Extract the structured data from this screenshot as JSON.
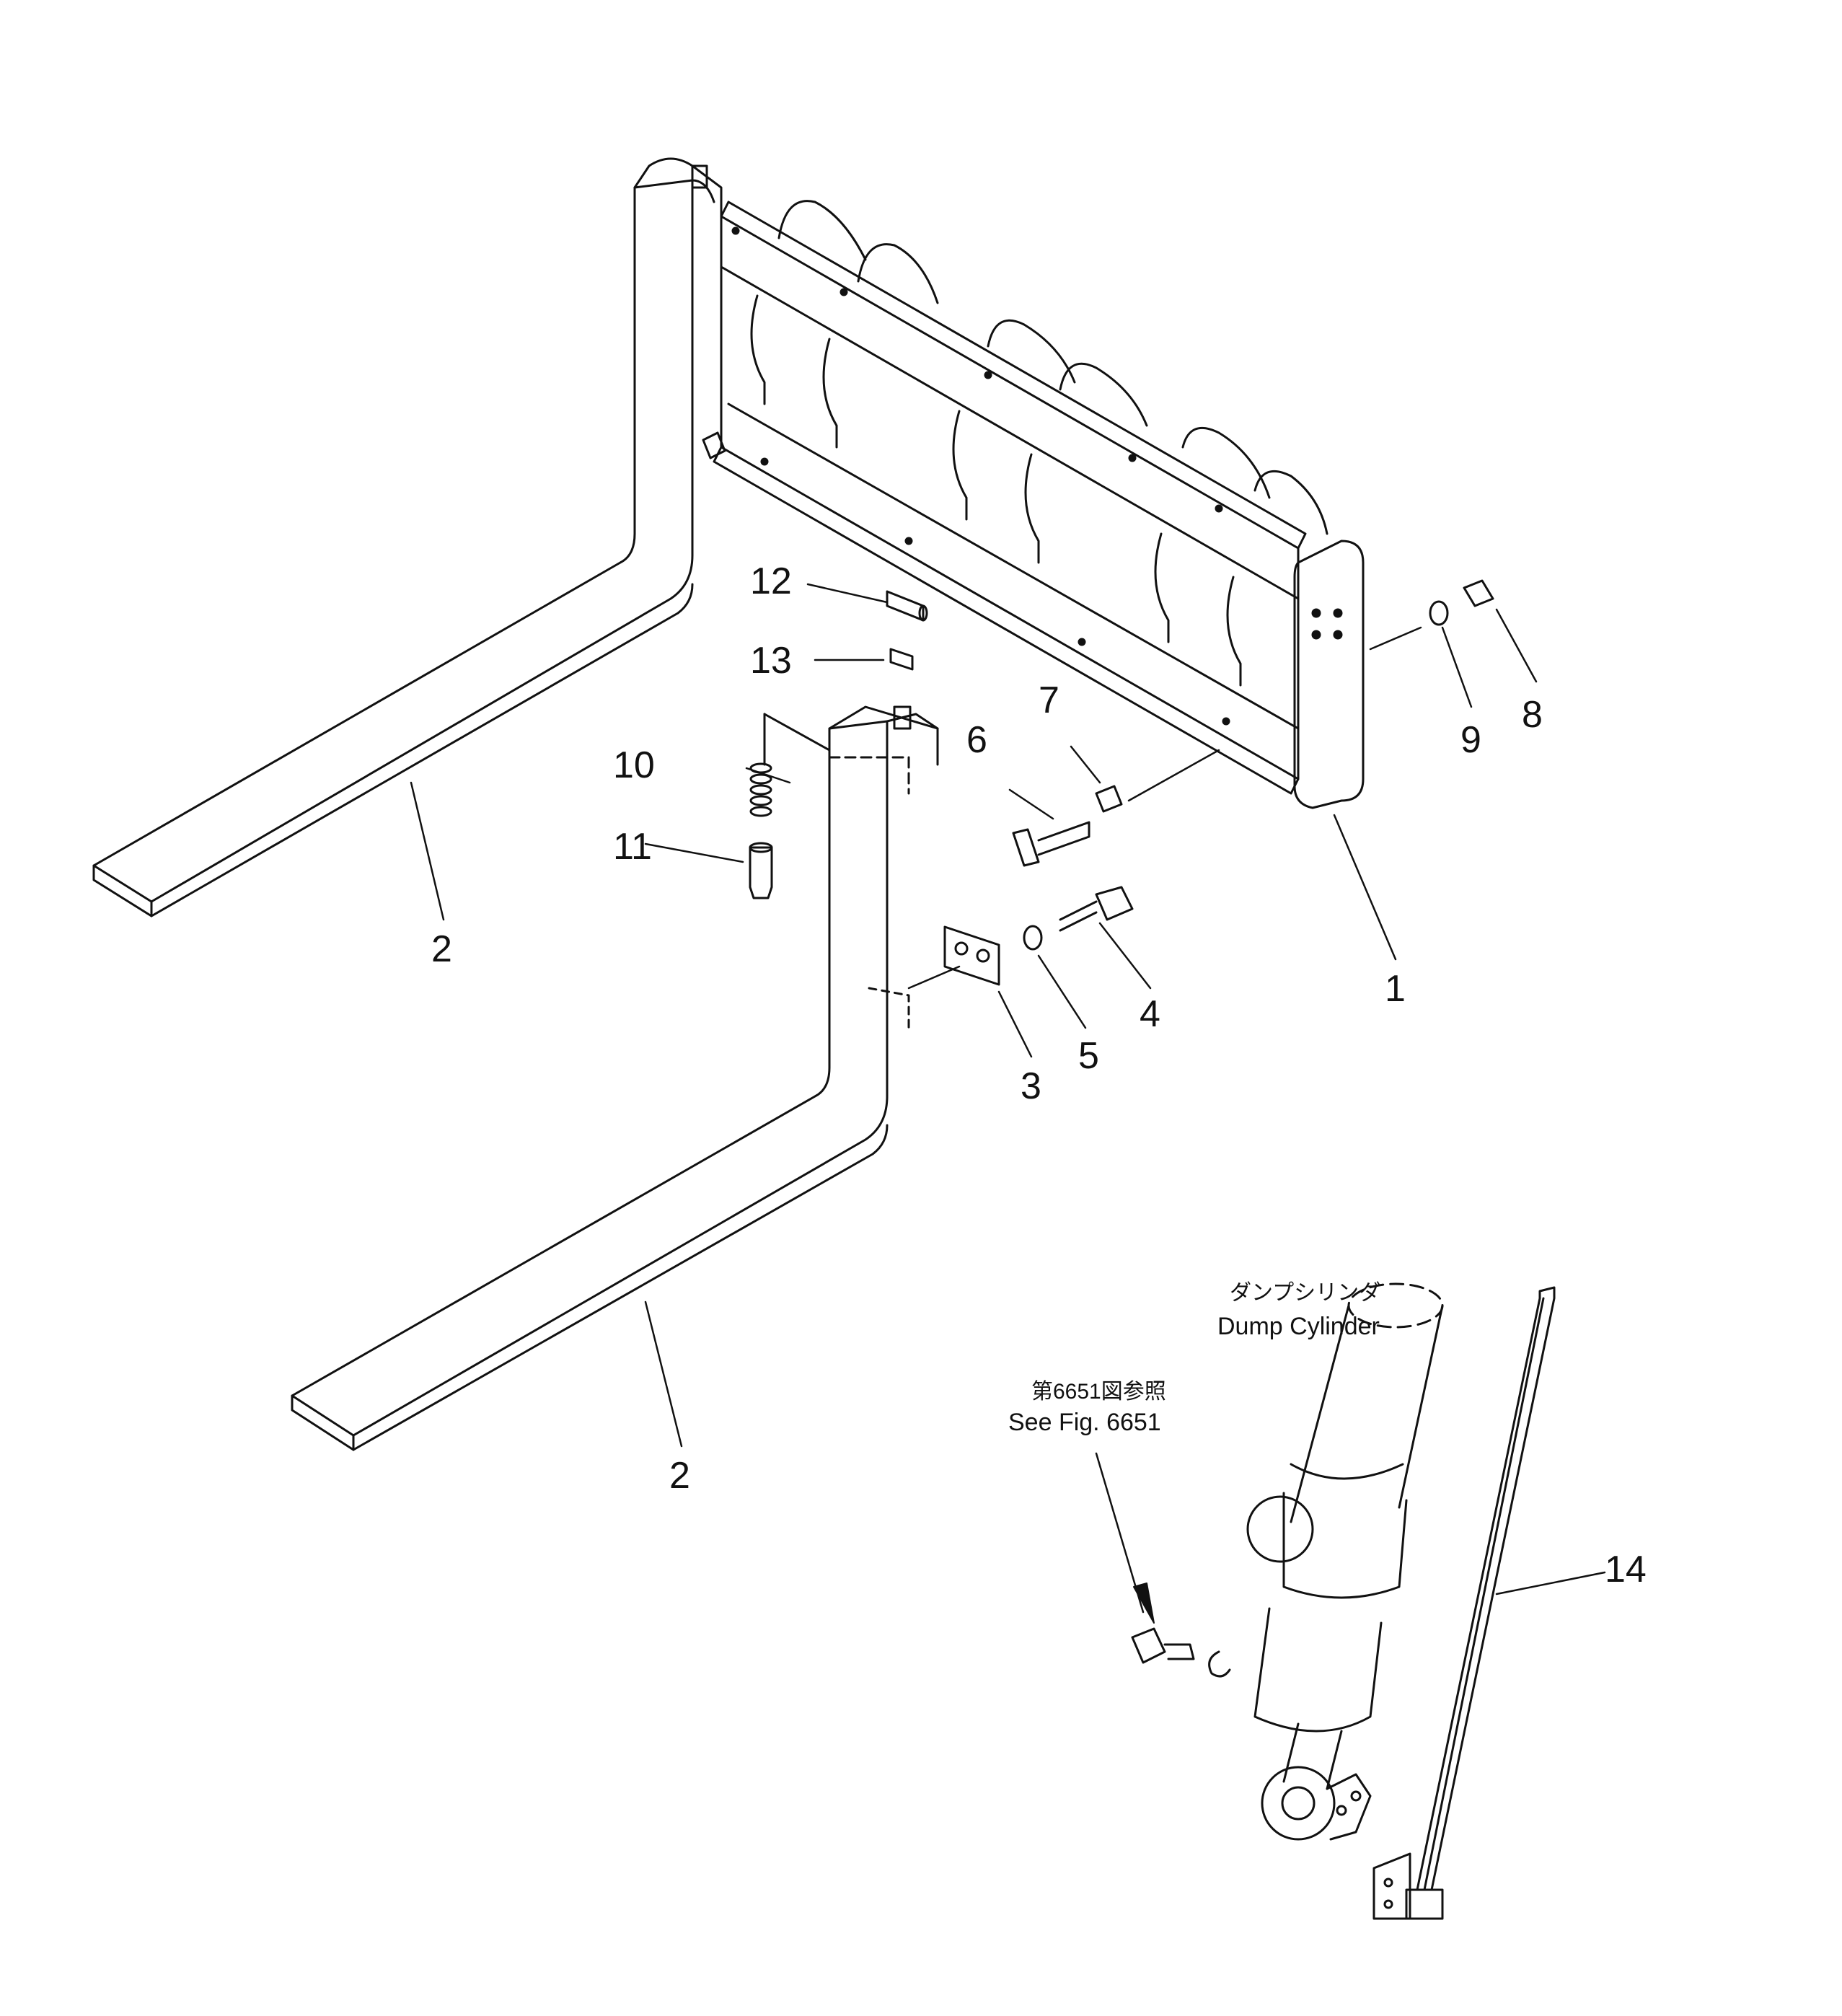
{
  "callouts": {
    "c1": "1",
    "c2a": "2",
    "c2b": "2",
    "c3": "3",
    "c4": "4",
    "c5": "5",
    "c6": "6",
    "c7": "7",
    "c8": "8",
    "c9": "9",
    "c10": "10",
    "c11": "11",
    "c12": "12",
    "c13": "13",
    "c14": "14"
  },
  "notes": {
    "dump_cylinder_jp": "ダンプシリンダ",
    "dump_cylinder_en": "Dump Cylinder",
    "see_fig_jp": "第6651図参照",
    "see_fig_en": "See Fig. 6651"
  }
}
